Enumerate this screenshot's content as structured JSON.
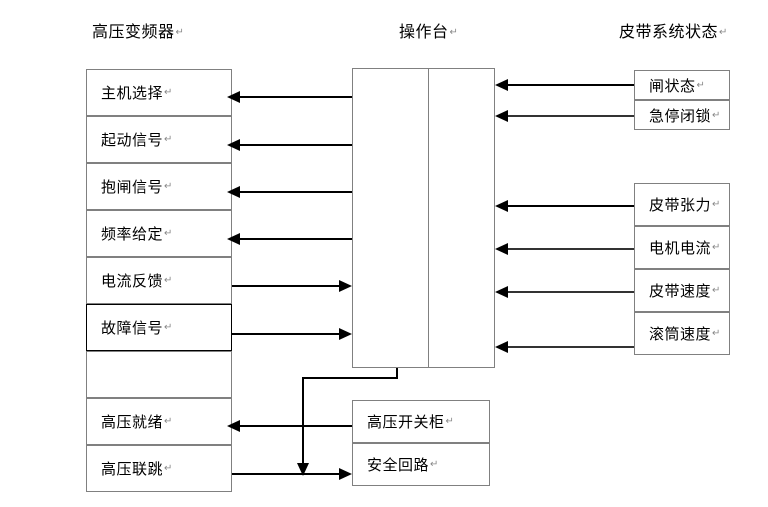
{
  "diagram": {
    "title_marker": "↵",
    "groups": {
      "left": {
        "title": "高压变频器",
        "rows": [
          {
            "label": "主机选择"
          },
          {
            "label": "起动信号"
          },
          {
            "label": "抱闸信号"
          },
          {
            "label": "频率给定"
          },
          {
            "label": "电流反馈"
          },
          {
            "label": "故障信号"
          },
          {
            "label": ""
          },
          {
            "label": "高压就绪"
          },
          {
            "label": "高压联跳"
          }
        ]
      },
      "center": {
        "title": "操作台"
      },
      "right": {
        "title": "皮带系统状态",
        "upper_rows": [
          {
            "label": "闸状态"
          },
          {
            "label": "急停闭锁"
          }
        ],
        "lower_rows": [
          {
            "label": "皮带张力"
          },
          {
            "label": "电机电流"
          },
          {
            "label": "皮带速度"
          },
          {
            "label": "滚筒速度"
          }
        ]
      },
      "bottom": {
        "rows": [
          {
            "label": "高压开关柜"
          },
          {
            "label": "安全回路"
          }
        ]
      }
    },
    "colors": {
      "line": "#000000",
      "border": "#808080",
      "border_dark": "#000000",
      "background": "#ffffff",
      "text": "#000000"
    }
  }
}
